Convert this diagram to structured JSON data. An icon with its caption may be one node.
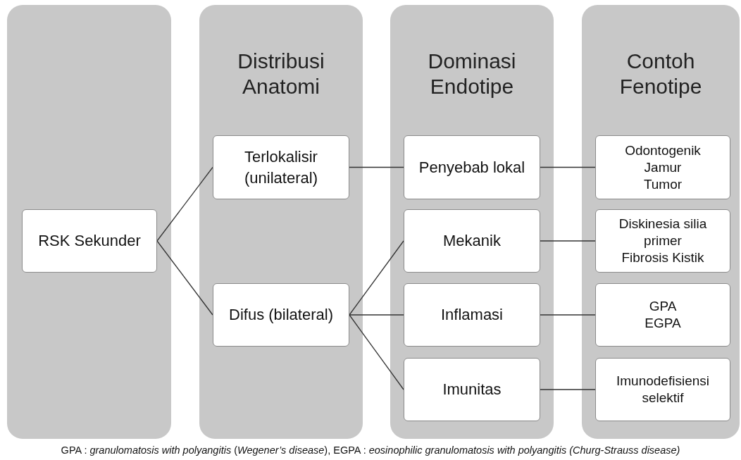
{
  "diagram": {
    "caption": "GPA : *granulomatosis with polyangitis* (*Wegener’s disease*), EGPA : *eosinophilic granulomatosis with polyangitis (Churg-Strauss disease)*",
    "nodes": [
      {
        "text": [],
        "shape": "box"
      },
      {
        "text": [
          "Distribusi Anatomi"
        ]
      },
      {
        "text": [
          "Dominasi Endotipe"
        ]
      },
      {
        "text": [
          "Contoh Fenotipe"
        ]
      },
      {
        "text": [
          "RSK Sekunder"
        ],
        "in": 0
      },
      {
        "text": [
          "Terlokalisir (unilateral)"
        ],
        "in": 1
      },
      {
        "text": [
          "Difus (bilateral)"
        ],
        "in": 1
      },
      {
        "text": [
          "Penyebab lokal"
        ],
        "in": 2
      },
      {
        "text": [
          "Mekanik"
        ],
        "in": 2
      },
      {
        "text": [
          "Inflamasi"
        ],
        "in": 2
      },
      {
        "text": [
          "Imunitas"
        ],
        "in": 2
      },
      {
        "text": [
          "Odontogenik",
          "Jamur",
          "Tumor"
        ],
        "in": 3
      },
      {
        "text": [
          "Diskinesia silia primer",
          "Fibrosis Kistik"
        ],
        "in": 3
      },
      {
        "text": [
          "GPA",
          "EGPA"
        ],
        "in": 3
      },
      {
        "text": [
          "Imunodefisiensi selektif"
        ],
        "in": 3
      }
    ],
    "edges": [
      {
        "from": 4,
        "to": 5,
        "arrow": "none"
      },
      {
        "from": 4,
        "to": 6,
        "arrow": "none"
      },
      {
        "from": 5,
        "to": 7,
        "arrow": "none"
      },
      {
        "from": 6,
        "to": 8,
        "arrow": "none"
      },
      {
        "from": 6,
        "to": 9,
        "arrow": "none"
      },
      {
        "from": 6,
        "to": 10,
        "arrow": "none"
      },
      {
        "from": 7,
        "to": 11,
        "arrow": "none"
      },
      {
        "from": 8,
        "to": 12,
        "arrow": "none"
      },
      {
        "from": 9,
        "to": 13,
        "arrow": "none"
      },
      {
        "from": 10,
        "to": 14,
        "arrow": "none"
      }
    ]
  }
}
